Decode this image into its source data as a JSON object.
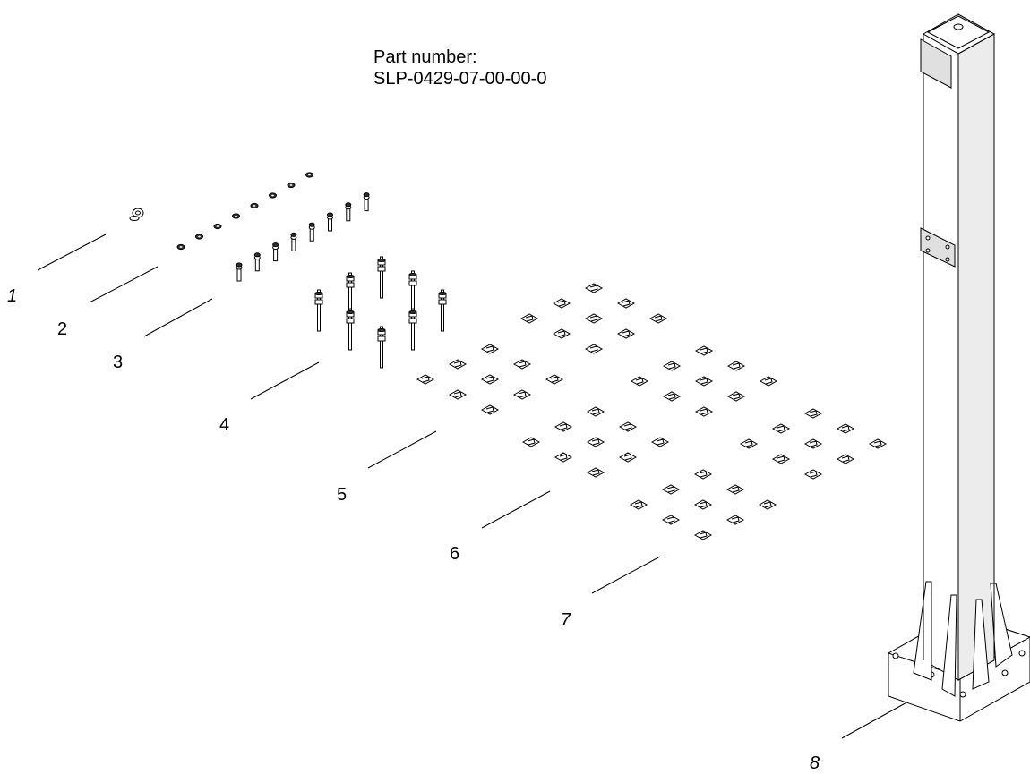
{
  "title": {
    "line1": "Part number:",
    "line2": "SLP-0429-07-00-00-0"
  },
  "callouts": [
    {
      "label": "1",
      "italic": true
    },
    {
      "label": "2",
      "italic": false
    },
    {
      "label": "3",
      "italic": false
    },
    {
      "label": "4",
      "italic": false
    },
    {
      "label": "5",
      "italic": false
    },
    {
      "label": "6",
      "italic": false
    },
    {
      "label": "7",
      "italic": true
    },
    {
      "label": "8",
      "italic": true
    }
  ]
}
